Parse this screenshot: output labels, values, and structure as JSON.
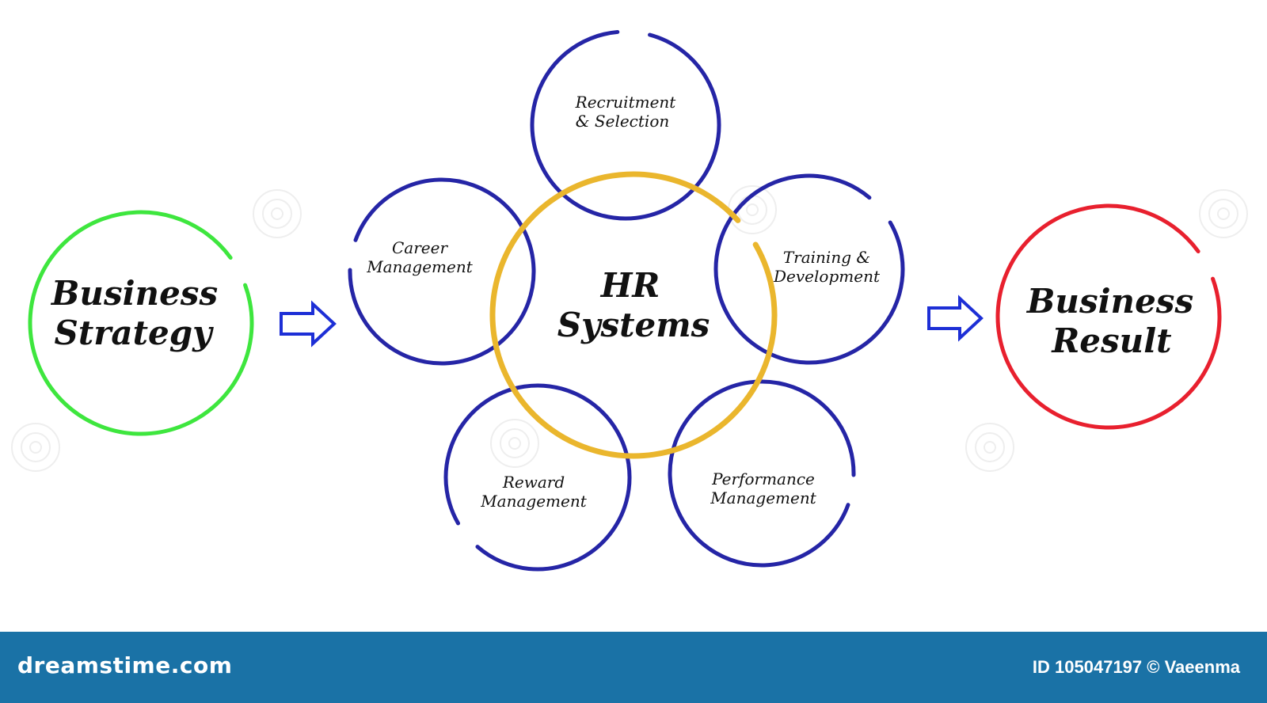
{
  "colors": {
    "strategy_ring": "#3ee63e",
    "hr_ring": "#eab62d",
    "satellite_ring": "#2525a6",
    "result_ring": "#e8202e",
    "arrow": "#1d2fd6",
    "footer_bg": "#1a72a6"
  },
  "left_node": {
    "line1": "Business",
    "line2": "Strategy"
  },
  "center_node": {
    "line1": "HR",
    "line2": "Systems"
  },
  "right_node": {
    "line1": "Business",
    "line2": "Result"
  },
  "satellites": [
    {
      "line1": "Recruitment",
      "line2": "& Selection"
    },
    {
      "line1": "Training &",
      "line2": "Development"
    },
    {
      "line1": "Performance",
      "line2": "Management"
    },
    {
      "line1": "Reward",
      "line2": "Management"
    },
    {
      "line1": "Career",
      "line2": "Management"
    }
  ],
  "footer": {
    "brand": "dreamstime.com",
    "stock_id": "ID 105047197 © Vaeenma"
  }
}
